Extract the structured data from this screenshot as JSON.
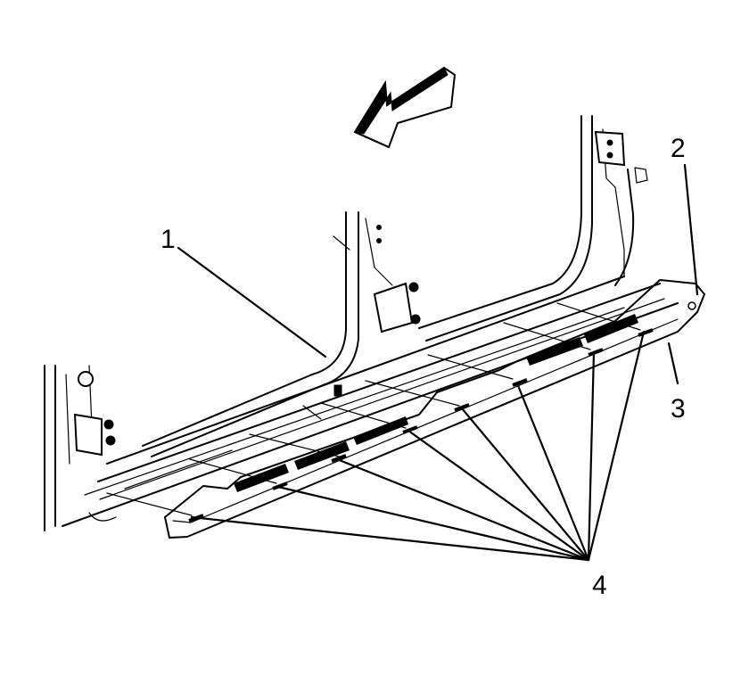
{
  "callouts": {
    "c1": "1",
    "c2": "2",
    "c3": "3",
    "c4": "4"
  },
  "parts": [
    {
      "callout": "1",
      "name": "body-side-rocker-sill"
    },
    {
      "callout": "2",
      "name": "sill-plate-end-fastener"
    },
    {
      "callout": "3",
      "name": "door-sill-plate"
    },
    {
      "callout": "4",
      "name": "sill-plate-retainer-clips"
    }
  ],
  "arrow": "forward-direction-arrow"
}
